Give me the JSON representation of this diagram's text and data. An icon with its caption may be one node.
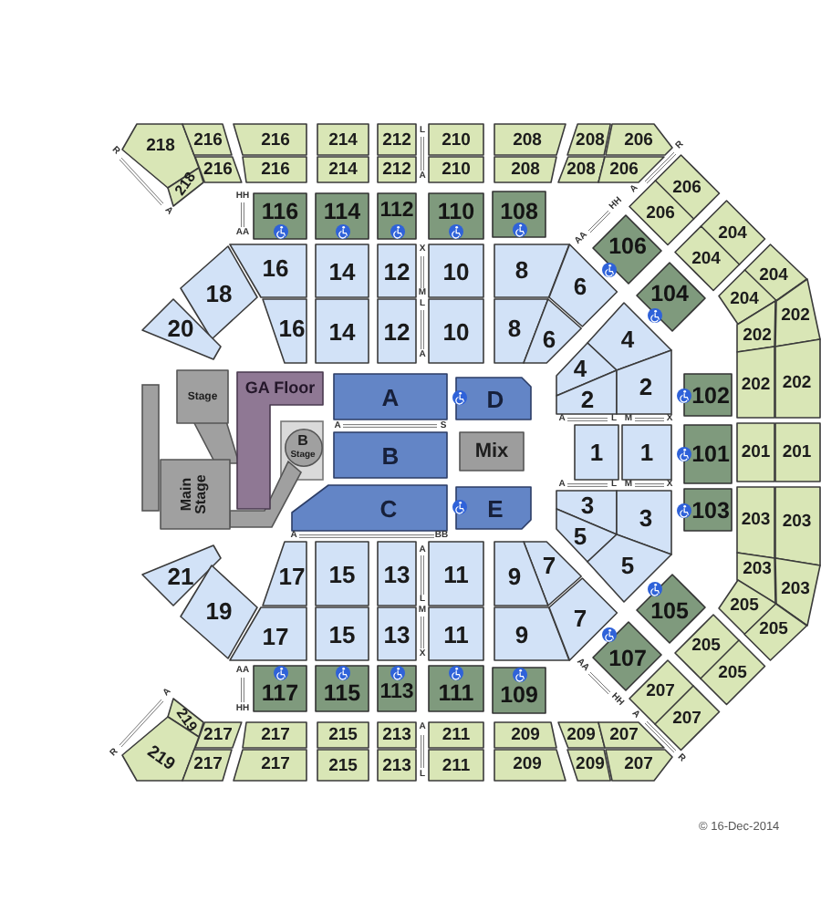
{
  "diagram": {
    "nodes": [
      {
        "text": [
          "218"
        ]
      },
      {
        "text": [
          "216"
        ]
      },
      {
        "text": [
          "216"
        ]
      },
      {
        "text": [
          "214"
        ]
      },
      {
        "text": [
          "212"
        ]
      },
      {
        "text": [
          "210"
        ]
      },
      {
        "text": [
          "208"
        ]
      },
      {
        "text": [
          "208"
        ]
      },
      {
        "text": [
          "206"
        ]
      },
      {
        "text": [
          "218"
        ]
      },
      {
        "text": [
          "216"
        ]
      },
      {
        "text": [
          "216"
        ]
      },
      {
        "text": [
          "214"
        ]
      },
      {
        "text": [
          "212"
        ]
      },
      {
        "text": [
          "210"
        ]
      },
      {
        "text": [
          "208"
        ]
      },
      {
        "text": [
          "208"
        ]
      },
      {
        "text": [
          "206"
        ]
      },
      {
        "text": [
          "206"
        ]
      },
      {
        "text": [
          "206"
        ]
      },
      {
        "text": [
          "204"
        ]
      },
      {
        "text": [
          "204"
        ]
      },
      {
        "text": [
          "204"
        ]
      },
      {
        "text": [
          "204"
        ]
      },
      {
        "text": [
          "202"
        ]
      },
      {
        "text": [
          "202"
        ]
      },
      {
        "text": [
          "202"
        ]
      },
      {
        "text": [
          "202"
        ]
      },
      {
        "text": [
          "116"
        ]
      },
      {
        "text": [
          "114"
        ]
      },
      {
        "text": [
          "112"
        ]
      },
      {
        "text": [
          "110"
        ]
      },
      {
        "text": [
          "108"
        ]
      },
      {
        "text": [
          "106"
        ]
      },
      {
        "text": [
          "104"
        ]
      },
      {
        "text": [
          "16"
        ]
      },
      {
        "text": [
          "14"
        ]
      },
      {
        "text": [
          "12"
        ]
      },
      {
        "text": [
          "10"
        ]
      },
      {
        "text": [
          "8"
        ]
      },
      {
        "text": [
          "6"
        ]
      },
      {
        "text": [
          "18"
        ]
      },
      {
        "text": [
          "16"
        ]
      },
      {
        "text": [
          "14"
        ]
      },
      {
        "text": [
          "12"
        ]
      },
      {
        "text": [
          "10"
        ]
      },
      {
        "text": [
          "8"
        ]
      },
      {
        "text": [
          "6"
        ]
      },
      {
        "text": [
          "20"
        ]
      },
      {
        "text": [
          "4"
        ]
      },
      {
        "text": [
          "4"
        ]
      },
      {
        "text": [
          "2"
        ]
      },
      {
        "text": [
          "2"
        ]
      },
      {
        "text": [
          "102"
        ]
      },
      {
        "text": [
          "Stage"
        ]
      },
      {
        "text": [
          "GA Floor"
        ]
      },
      {
        "text": [
          "A"
        ]
      },
      {
        "text": [
          "D"
        ]
      },
      {
        "text": [
          "1"
        ]
      },
      {
        "text": [
          "1"
        ]
      },
      {
        "text": [
          "101"
        ]
      },
      {
        "text": [
          "201"
        ]
      },
      {
        "text": [
          "201"
        ]
      },
      {
        "text": [
          "B"
        ]
      },
      {
        "text": [
          "Mix"
        ]
      },
      {
        "text": [
          "B",
          "Stage"
        ]
      },
      {
        "text": [
          "Main Stage"
        ]
      },
      {
        "text": [
          "C"
        ]
      },
      {
        "text": [
          "E"
        ]
      },
      {
        "text": [
          "203"
        ]
      },
      {
        "text": [
          "203"
        ]
      },
      {
        "text": [
          "3"
        ]
      },
      {
        "text": [
          "3"
        ]
      },
      {
        "text": [
          "103"
        ]
      },
      {
        "text": [
          "5"
        ]
      },
      {
        "text": [
          "5"
        ]
      },
      {
        "text": [
          "203"
        ]
      },
      {
        "text": [
          "203"
        ]
      },
      {
        "text": [
          "21"
        ]
      },
      {
        "text": [
          "7"
        ]
      },
      {
        "text": [
          "9"
        ]
      },
      {
        "text": [
          "11"
        ]
      },
      {
        "text": [
          "13"
        ]
      },
      {
        "text": [
          "15"
        ]
      },
      {
        "text": [
          "17"
        ]
      },
      {
        "text": [
          "19"
        ]
      },
      {
        "text": [
          "9"
        ]
      },
      {
        "text": [
          "7"
        ]
      },
      {
        "text": [
          "11"
        ]
      },
      {
        "text": [
          "13"
        ]
      },
      {
        "text": [
          "15"
        ]
      },
      {
        "text": [
          "17"
        ]
      },
      {
        "text": [
          "105"
        ]
      },
      {
        "text": [
          "205"
        ]
      },
      {
        "text": [
          "205"
        ]
      },
      {
        "text": [
          "107"
        ]
      },
      {
        "text": [
          "117"
        ]
      },
      {
        "text": [
          "115"
        ]
      },
      {
        "text": [
          "113"
        ]
      },
      {
        "text": [
          "111"
        ]
      },
      {
        "text": [
          "109"
        ]
      },
      {
        "text": [
          "205"
        ]
      },
      {
        "text": [
          "205"
        ]
      },
      {
        "text": [
          "207"
        ]
      },
      {
        "text": [
          "207"
        ]
      },
      {
        "text": [
          "219"
        ]
      },
      {
        "text": [
          "217"
        ]
      },
      {
        "text": [
          "217"
        ]
      },
      {
        "text": [
          "215"
        ]
      },
      {
        "text": [
          "213"
        ]
      },
      {
        "text": [
          "211"
        ]
      },
      {
        "text": [
          "209"
        ]
      },
      {
        "text": [
          "209"
        ]
      },
      {
        "text": [
          "207"
        ]
      },
      {
        "text": [
          "219"
        ]
      },
      {
        "text": [
          "217"
        ]
      },
      {
        "text": [
          "217"
        ]
      },
      {
        "text": [
          "215"
        ]
      },
      {
        "text": [
          "213"
        ]
      },
      {
        "text": [
          "211"
        ]
      },
      {
        "text": [
          "209"
        ]
      },
      {
        "text": [
          "209"
        ]
      },
      {
        "text": [
          "207"
        ]
      }
    ],
    "labels": [
      "L",
      "R",
      "R",
      "A",
      "A",
      "HH",
      "HH",
      "A",
      "AA",
      "AA",
      "X",
      "M",
      "L",
      "A",
      "A",
      "L",
      "M",
      "X",
      "A",
      "S",
      "A",
      "L",
      "M",
      "X",
      "A",
      "BB",
      "A",
      "L",
      "M",
      "X",
      "AA",
      "AA",
      "A",
      "HH",
      "HH",
      "A",
      "A",
      "R",
      "R",
      "L",
      "© 16-Dec-2014"
    ]
  }
}
